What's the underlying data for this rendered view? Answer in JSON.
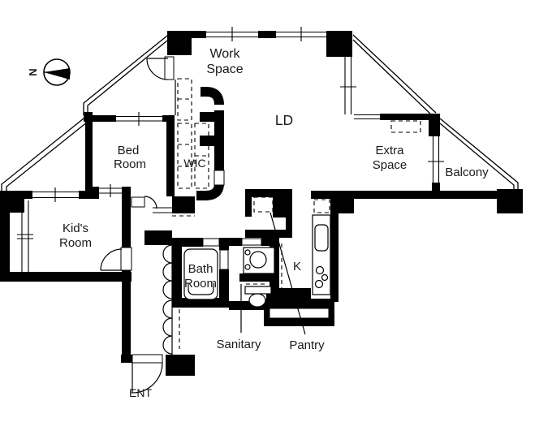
{
  "page": {
    "title": "Apartment Floor Plan",
    "background": "#ffffff",
    "ink": "#000000"
  },
  "compass": {
    "north_label": "N"
  },
  "rooms": {
    "work_space": [
      "Work",
      "Space"
    ],
    "ld": "LD",
    "extra_space": [
      "Extra",
      "Space"
    ],
    "balcony": "Balcony",
    "bed_room": [
      "Bed",
      "Room"
    ],
    "wic": "WIC",
    "kids_room": [
      "Kid's",
      "Room"
    ],
    "bath_room": [
      "Bath",
      "Room"
    ],
    "kitchen": "K",
    "sanitary": "Sanitary",
    "pantry": "Pantry",
    "entrance": "ENT"
  }
}
